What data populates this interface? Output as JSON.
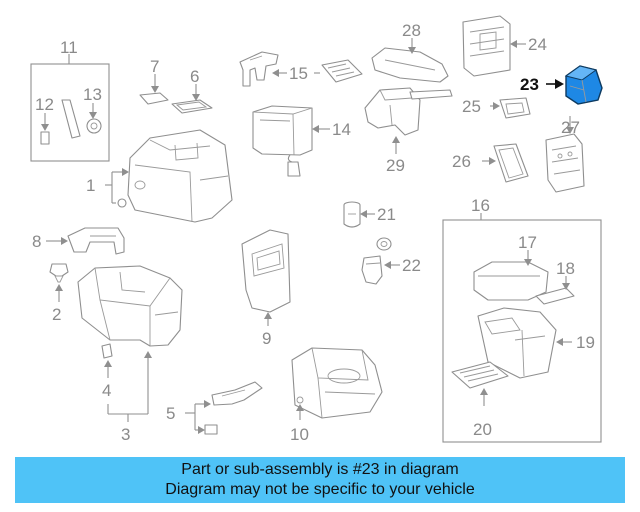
{
  "callouts": {
    "c1": "1",
    "c2": "2",
    "c3": "3",
    "c4": "4",
    "c5": "5",
    "c6": "6",
    "c7": "7",
    "c8": "8",
    "c9": "9",
    "c10": "10",
    "c11": "11",
    "c12": "12",
    "c13": "13",
    "c14": "14",
    "c15": "15",
    "c16": "16",
    "c17": "17",
    "c18": "18",
    "c19": "19",
    "c20": "20",
    "c21": "21",
    "c22": "22",
    "c23": "23",
    "c24": "24",
    "c25": "25",
    "c26": "26",
    "c27": "27",
    "c28": "28",
    "c29": "29"
  },
  "highlight": {
    "part": "23",
    "color": "#1e88e5"
  },
  "banner": {
    "line1": "Part or sub-assembly is #23 in diagram",
    "line2": "Diagram may not be specific to your vehicle",
    "color": "#4fc3f7"
  }
}
